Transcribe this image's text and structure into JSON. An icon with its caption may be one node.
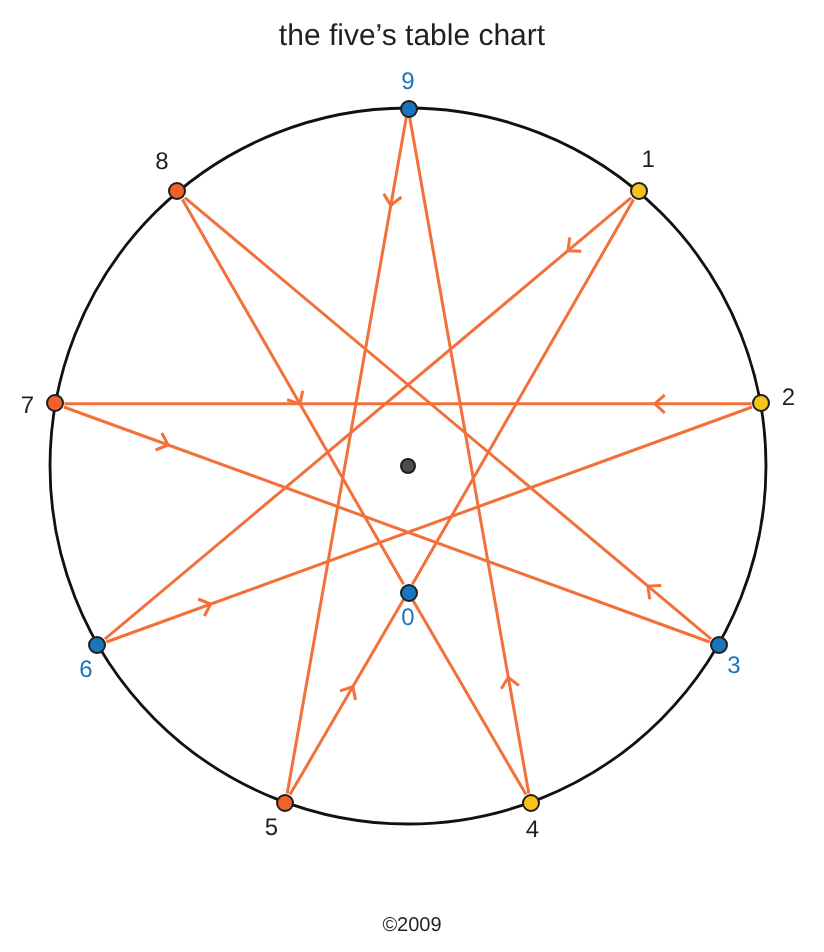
{
  "diagram": {
    "title": "the five’s table chart",
    "nodes": [
      {
        "text": [],
        "shape": "circle",
        "beside": [
          "9"
        ]
      },
      {
        "text": [],
        "shape": "circle",
        "beside": [
          "8"
        ]
      },
      {
        "text": [],
        "shape": "circle",
        "beside": [
          "1"
        ]
      },
      {
        "text": [],
        "shape": "circle",
        "beside": [
          "7"
        ]
      },
      {
        "text": [],
        "shape": "circle",
        "beside": [
          "2"
        ]
      },
      {
        "text": [],
        "shape": "circle"
      },
      {
        "text": [],
        "shape": "circle",
        "beside": [
          "0"
        ]
      },
      {
        "text": [],
        "shape": "circle",
        "beside": [
          "6"
        ]
      },
      {
        "text": [],
        "shape": "circle",
        "beside": [
          "3"
        ]
      },
      {
        "text": [],
        "shape": "circle",
        "beside": [
          "5"
        ]
      },
      {
        "text": [],
        "shape": "circle",
        "beside": [
          "4"
        ]
      }
    ],
    "edges": [
      {
        "from": 2,
        "to": 7,
        "arrow": "to"
      },
      {
        "from": 7,
        "to": 4,
        "arrow": "to"
      },
      {
        "from": 4,
        "to": 3,
        "arrow": "to"
      },
      {
        "from": 3,
        "to": 8,
        "arrow": "to"
      },
      {
        "from": 8,
        "to": 1,
        "arrow": "to"
      },
      {
        "from": 1,
        "to": 6,
        "arrow": "to"
      },
      {
        "from": 6,
        "to": 10,
        "arrow": "none"
      },
      {
        "from": 10,
        "to": 0,
        "arrow": "to"
      },
      {
        "from": 0,
        "to": 9,
        "arrow": "to"
      },
      {
        "from": 9,
        "to": 6,
        "arrow": "to"
      },
      {
        "from": 6,
        "to": 2,
        "arrow": "none"
      }
    ],
    "labels": [
      "©2009"
    ]
  }
}
